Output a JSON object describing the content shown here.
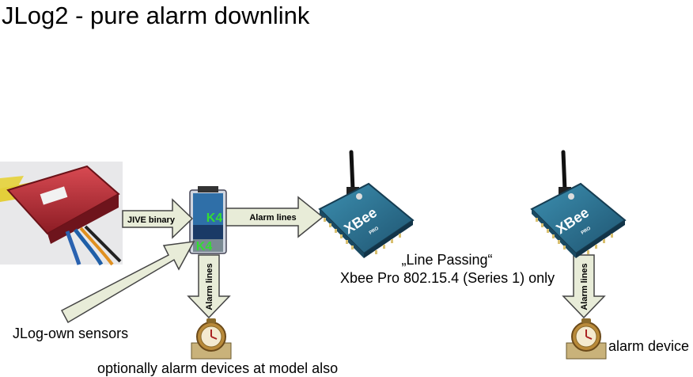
{
  "title": "JLog2  -  pure alarm downlink",
  "labels": {
    "jive_binary": "JIVE binary",
    "alarm_lines_h": "Alarm lines",
    "alarm_lines_v1": "Alarm lines",
    "alarm_lines_v2": "Alarm lines",
    "k4_top": "K4",
    "k4_bottom": "K4",
    "xbee_brand": "XBee",
    "xbee_sub": "PRO",
    "line_passing": "„Line Passing“",
    "xbee_spec": "Xbee Pro 802.15.4 (Series 1) only",
    "sensors": "JLog-own sensors",
    "optional_alarm": "optionally alarm devices at model also",
    "alarm_device": "alarm device"
  },
  "icons": [
    "esc-controller-photo",
    "jlog-logger-board",
    "xbee-module-icon",
    "alarm-clock-icon"
  ],
  "colors": {
    "arrow_fill": "#e8ecd8",
    "arrow_stroke": "#444444",
    "k4_green": "#33dd33",
    "xbee_blue": "#2c6f8f",
    "esc_red": "#b82530"
  }
}
